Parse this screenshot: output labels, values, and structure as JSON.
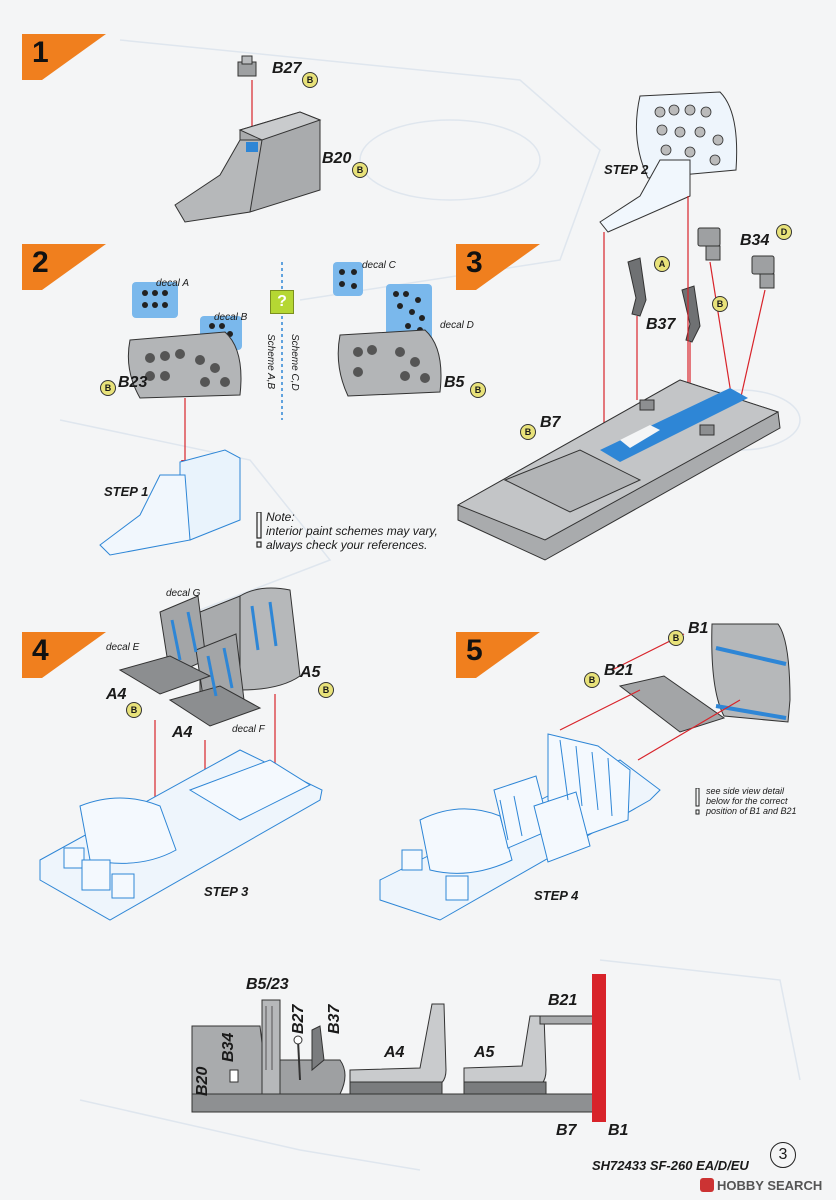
{
  "steps": [
    {
      "num": "1"
    },
    {
      "num": "2"
    },
    {
      "num": "3"
    },
    {
      "num": "4"
    },
    {
      "num": "5"
    }
  ],
  "labels": {
    "b27": "B27",
    "b20": "B20",
    "b23": "B23",
    "b5": "B5",
    "b7": "B7",
    "b34": "B34",
    "b37": "B37",
    "a4a": "A4",
    "a4b": "A4",
    "a5": "A5",
    "b1": "B1",
    "b21": "B21",
    "step1": "STEP 1",
    "step2": "STEP 2",
    "step3": "STEP 3",
    "step4": "STEP 4"
  },
  "badges": {
    "b": "B",
    "a": "A",
    "d": "D"
  },
  "decals": {
    "a": "decal A",
    "b": "decal B",
    "c": "decal C",
    "d": "decal D",
    "e": "decal E",
    "f": "decal F",
    "g": "decal G"
  },
  "scheme": {
    "ab": "Scheme A,B",
    "cd": "Scheme C,D",
    "q": "?"
  },
  "note": {
    "title": "Note:",
    "line1": "interior paint schemes may vary,",
    "line2": "always check your references."
  },
  "side_note": {
    "line1": "see side view detail",
    "line2": "below for the correct",
    "line3": "position of B1 and B21"
  },
  "side_view": {
    "b5_23": "B5/23",
    "b34": "B34",
    "b27": "B27",
    "b37": "B37",
    "b20": "B20",
    "a4": "A4",
    "a5": "A5",
    "b21": "B21",
    "b7": "B7",
    "b1": "B1"
  },
  "footer": {
    "code": "SH72433 SF-260 EA/D/EU",
    "page": "3",
    "watermark": "HOBBY SEARCH"
  },
  "colors": {
    "accent": "#f07f1e",
    "blue": "#2e86d6",
    "part": "#a9abad",
    "red": "#d8232a"
  }
}
